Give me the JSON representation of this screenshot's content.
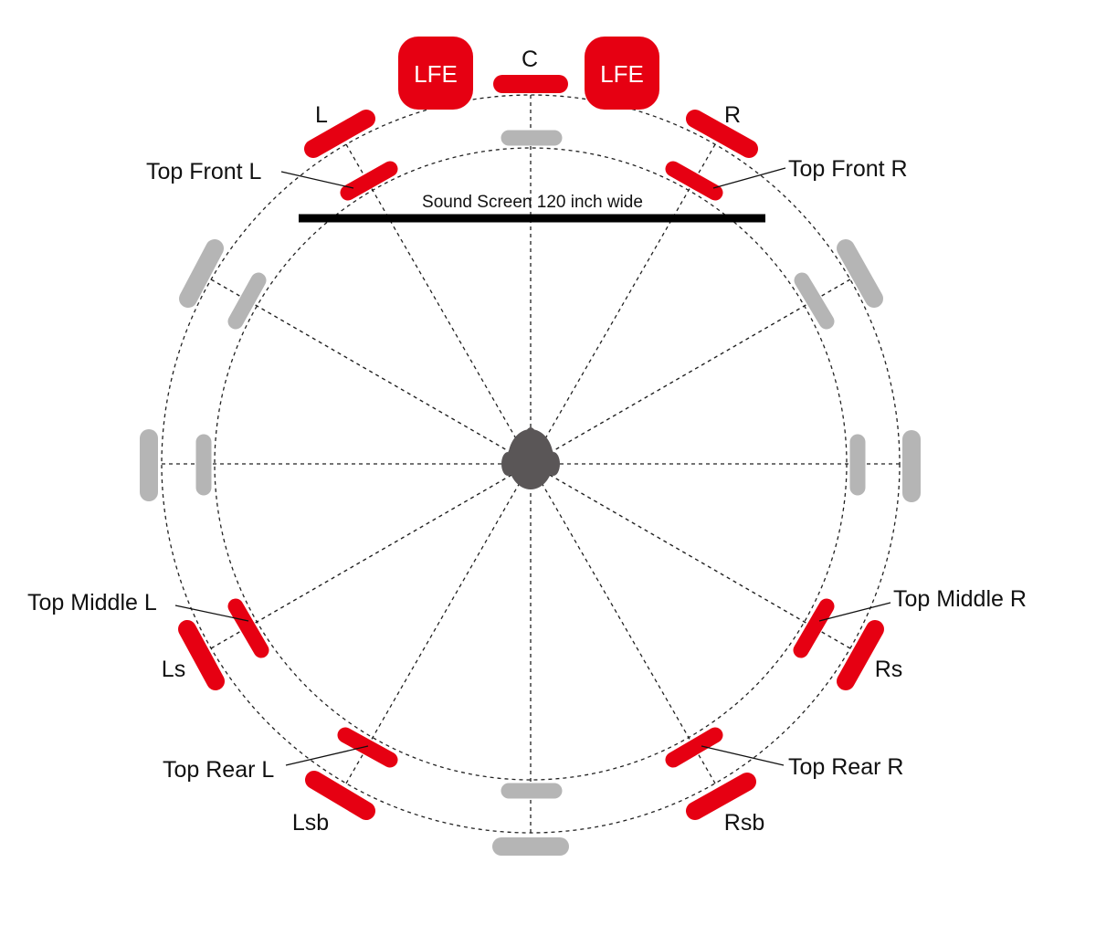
{
  "title": "Speaker layout diagram",
  "screen_label": "Sound Screen 120 inch wide",
  "colors": {
    "active": "#e60012",
    "inactive": "#b5b5b5",
    "head": "#5a5657"
  },
  "labels": {
    "c": "C",
    "lfe_left": "LFE",
    "lfe_right": "LFE",
    "l": "L",
    "r": "R",
    "top_front_l": "Top Front L",
    "top_front_r": "Top Front R",
    "top_middle_l": "Top Middle L",
    "top_middle_r": "Top Middle R",
    "ls": "Ls",
    "rs": "Rs",
    "top_rear_l": "Top Rear L",
    "top_rear_r": "Top Rear R",
    "lsb": "Lsb",
    "rsb": "Rsb"
  }
}
